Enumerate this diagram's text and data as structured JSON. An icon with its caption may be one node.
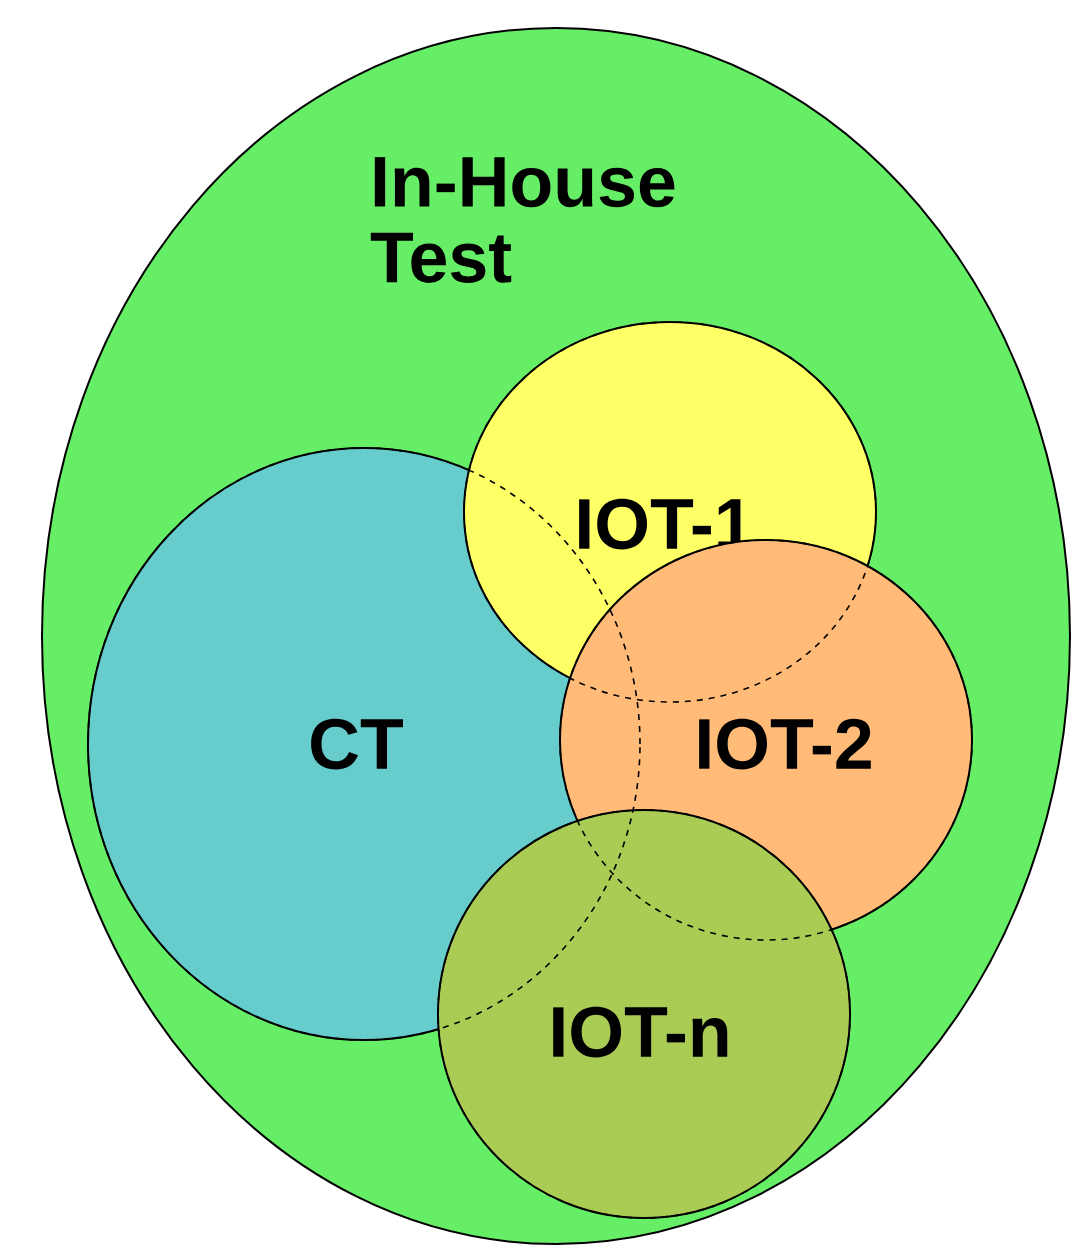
{
  "diagram": {
    "nodes": [
      {
        "text": [
          "In-House Test"
        ]
      },
      {
        "text": [
          "CT"
        ],
        "in": 0
      },
      {
        "text": [
          "IOT-1"
        ],
        "in": 0
      },
      {
        "text": [
          "IOT-2"
        ],
        "in": 0
      },
      {
        "text": [
          "IOT-n"
        ],
        "in": 0
      }
    ]
  }
}
